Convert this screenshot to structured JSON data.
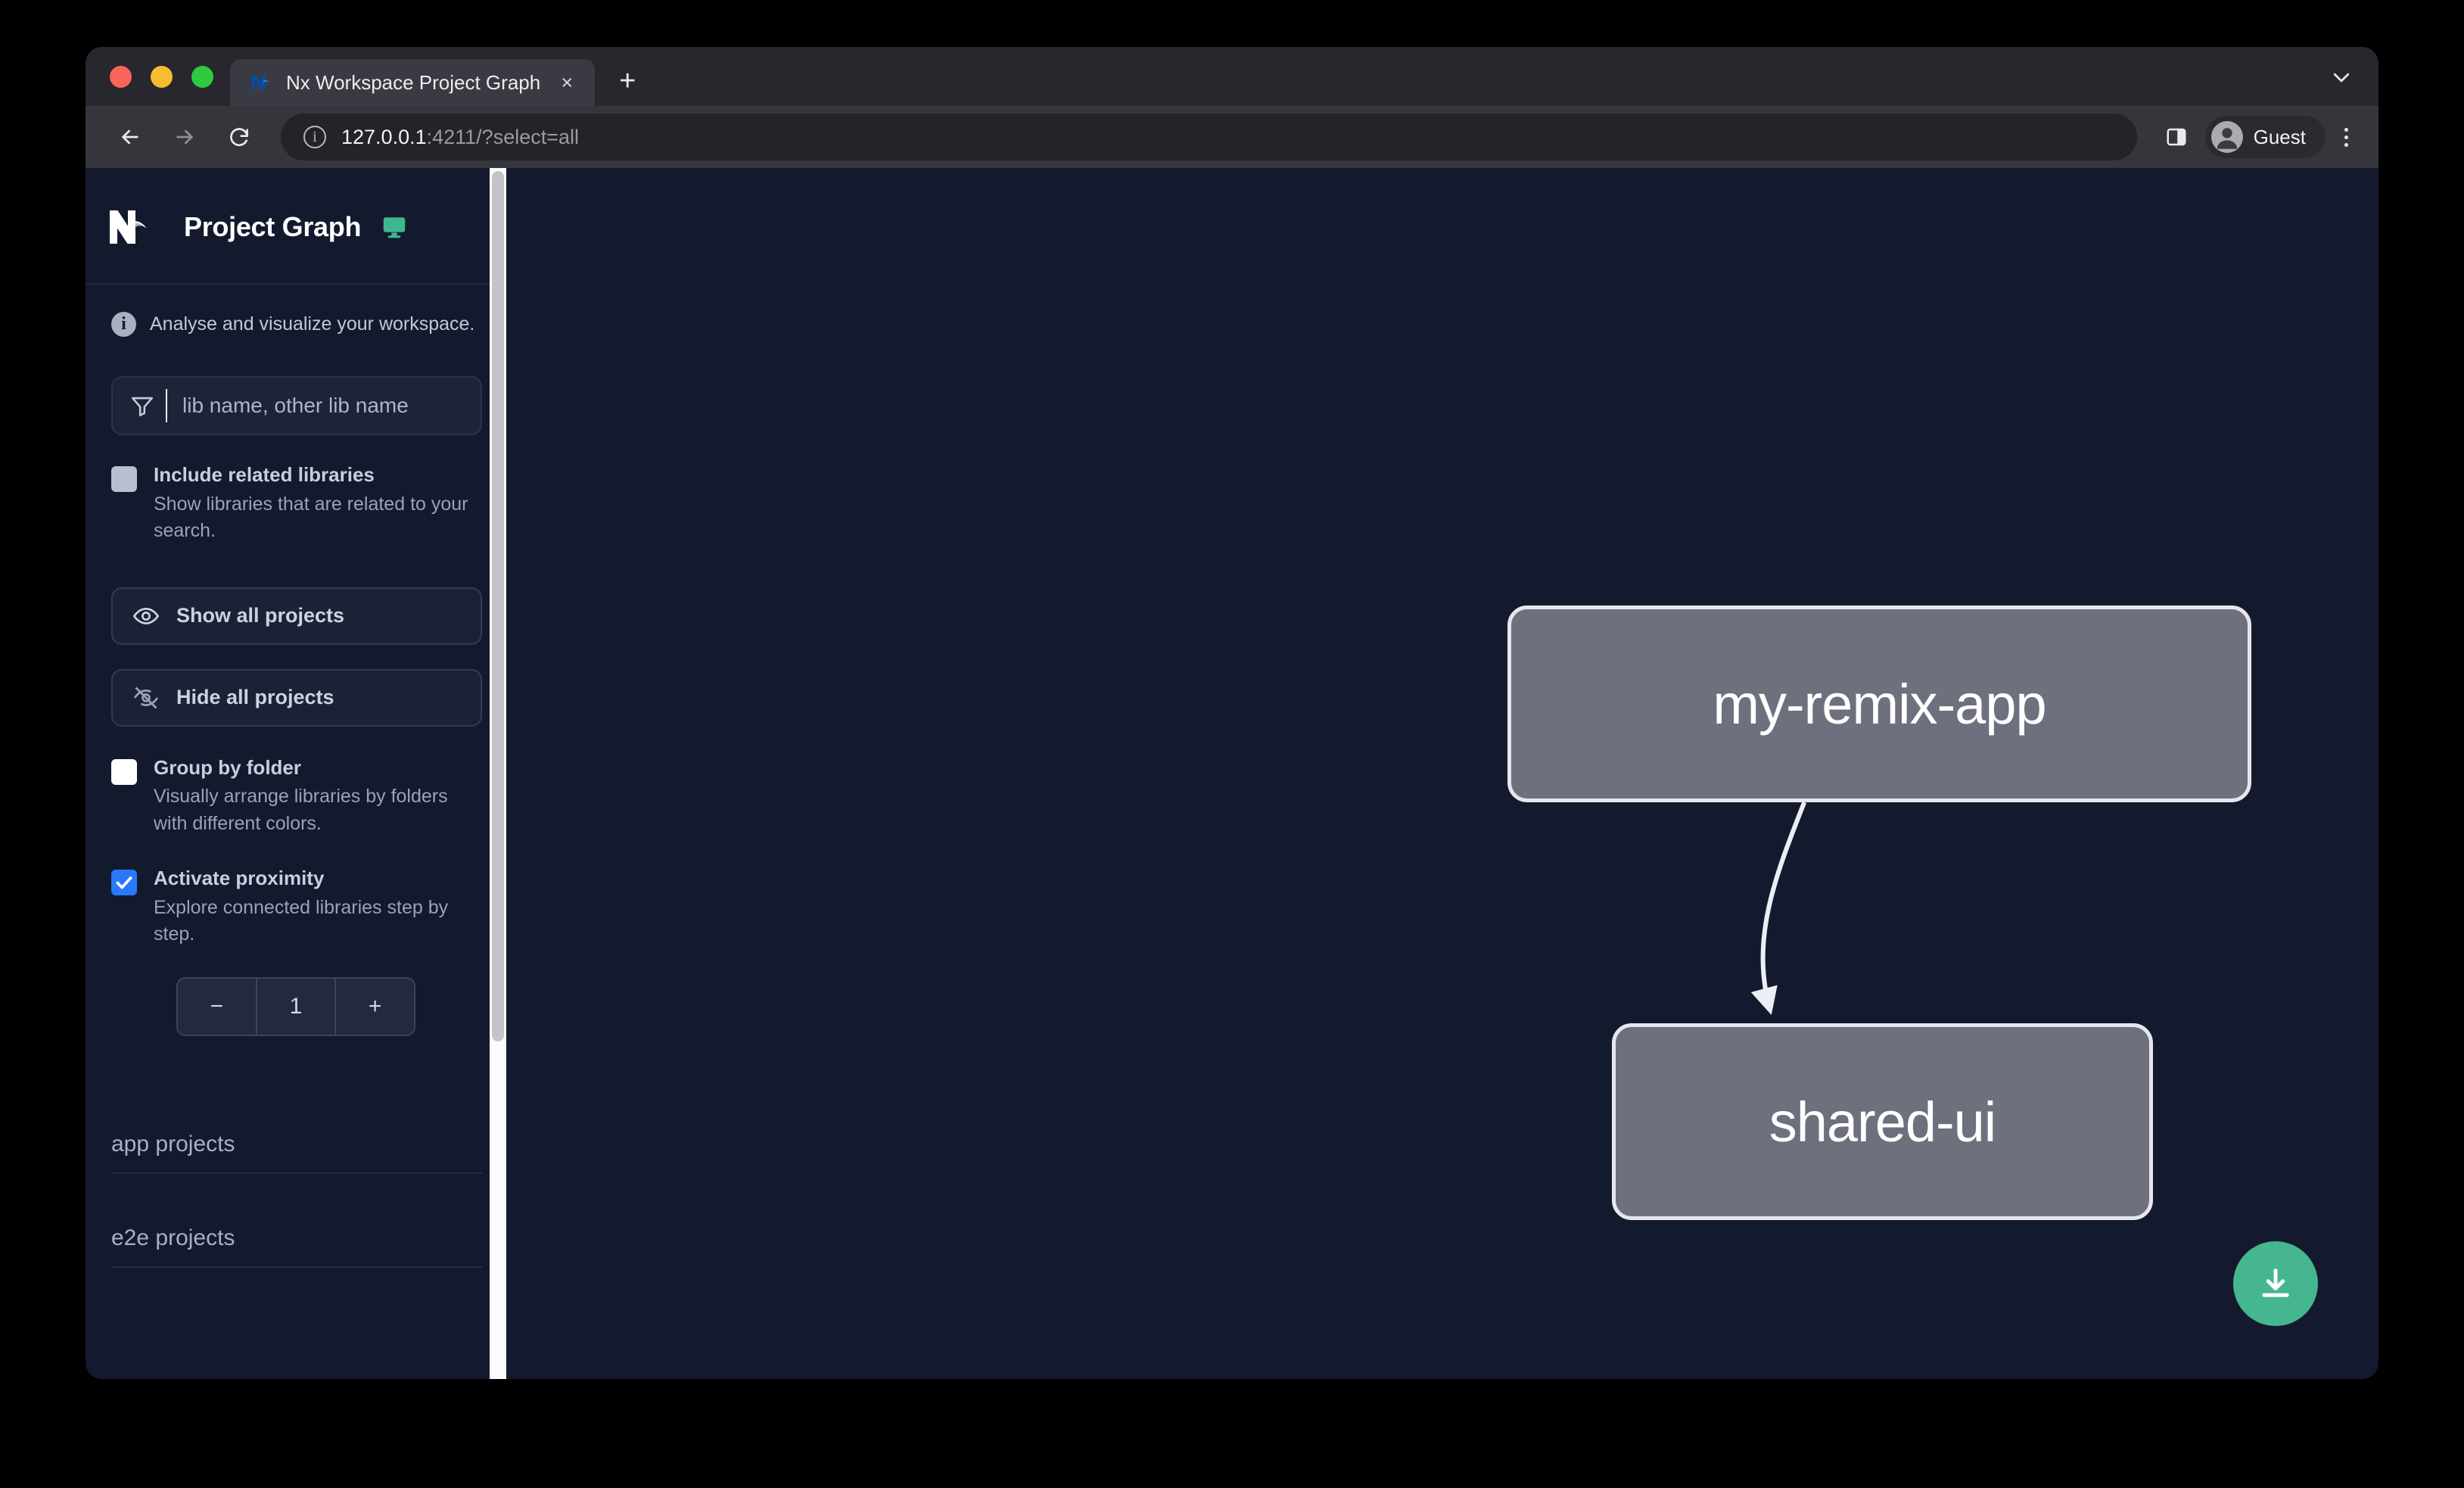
{
  "browser": {
    "tab": {
      "title": "Nx Workspace Project Graph",
      "favicon": "nx-favicon",
      "close": "×"
    },
    "new_tab_label": "+",
    "tabstrip_chevron": "⌄",
    "nav": {
      "back": "←",
      "forward": "→",
      "reload": "↻"
    },
    "omnibox": {
      "site_info_icon": "i",
      "url_host": "127.0.0.1",
      "url_rest": ":4211/?select=all"
    },
    "side_panel_icon": "side-panel-icon",
    "profile": {
      "label": "Guest"
    },
    "menu_icon": "kebab-menu-icon"
  },
  "sidebar": {
    "title": "Project Graph",
    "monitor_icon": "monitor-icon",
    "subtitle": "Analyse and visualize your workspace.",
    "search": {
      "placeholder": "lib name, other lib name",
      "icon": "funnel-icon"
    },
    "options": [
      {
        "label": "Include related libraries",
        "desc": "Show libraries that are related to your search.",
        "state": "muted"
      },
      {
        "label": "Group by folder",
        "desc": "Visually arrange libraries by folders with different colors.",
        "state": "unchecked"
      },
      {
        "label": "Activate proximity",
        "desc": "Explore connected libraries step by step.",
        "state": "checked"
      }
    ],
    "buttons": [
      {
        "label": "Show all projects",
        "icon": "eye-icon"
      },
      {
        "label": "Hide all projects",
        "icon": "eye-slash-icon"
      }
    ],
    "stepper": {
      "decrement": "−",
      "value": "1",
      "increment": "+"
    },
    "sections": [
      {
        "label": "app projects"
      },
      {
        "label": "e2e projects"
      }
    ]
  },
  "graph": {
    "nodes": [
      {
        "id": "my-remix-app",
        "label": "my-remix-app"
      },
      {
        "id": "shared-ui",
        "label": "shared-ui"
      }
    ],
    "edges": [
      {
        "from": "my-remix-app",
        "to": "shared-ui"
      }
    ],
    "download_button": {
      "icon": "download-icon"
    }
  },
  "colors": {
    "page_bg": "#141a2e",
    "node_fill": "#6e707e",
    "node_border": "#e6e7ee",
    "accent_green": "#45b68f",
    "checkbox_blue": "#2979ff"
  }
}
